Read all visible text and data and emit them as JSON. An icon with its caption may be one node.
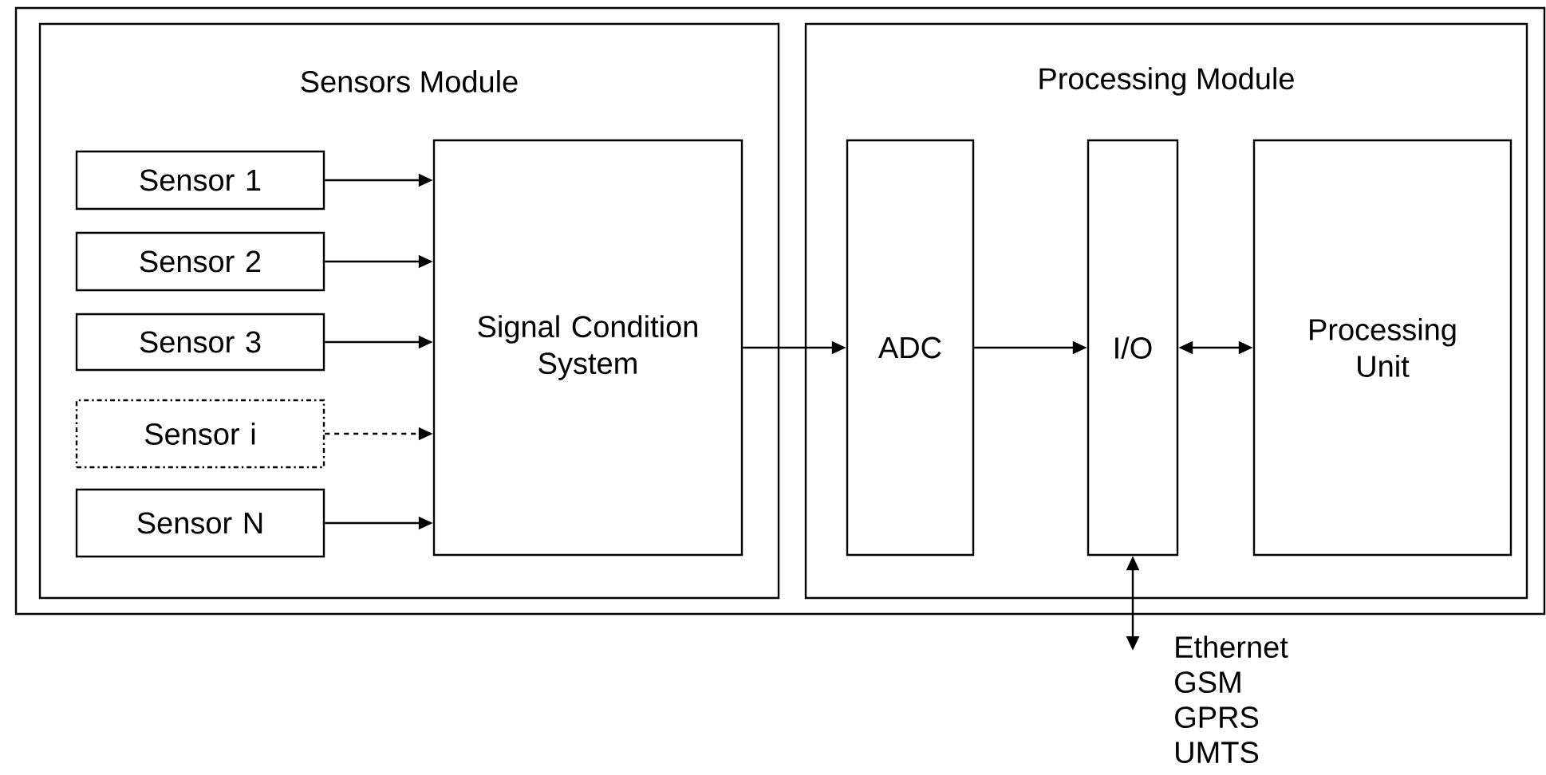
{
  "diagram": {
    "nodes": [
      {
        "text": [],
        "shape": "box"
      },
      {
        "text": [
          "Sensors Module"
        ],
        "in": 0
      },
      {
        "text": [
          "Sensor 1"
        ],
        "in": 1
      },
      {
        "text": [
          "Sensor 2"
        ],
        "in": 1
      },
      {
        "text": [
          "Sensor 3"
        ],
        "in": 1
      },
      {
        "text": [
          "Sensor i"
        ],
        "in": 1
      },
      {
        "text": [
          "Sensor N"
        ],
        "in": 1
      },
      {
        "text": [
          "Signal Condition System"
        ],
        "in": 1
      },
      {
        "text": [
          "Processing Module"
        ],
        "in": 0
      },
      {
        "text": [
          "ADC"
        ],
        "in": 8
      },
      {
        "text": [
          "I/O"
        ],
        "in": 8
      },
      {
        "text": [
          "Processing Unit"
        ],
        "in": 8
      },
      {
        "text": [
          "Ethernet GSM GPRS UMTS"
        ]
      }
    ],
    "edges": [
      {
        "from": 2,
        "to": 7,
        "arrow": "to"
      },
      {
        "from": 3,
        "to": 7,
        "arrow": "to"
      },
      {
        "from": 4,
        "to": 7,
        "arrow": "to"
      },
      {
        "from": 5,
        "to": 7,
        "arrow": "to",
        "style": "dashed"
      },
      {
        "from": 6,
        "to": 7,
        "arrow": "to"
      },
      {
        "from": 7,
        "to": 9,
        "arrow": "to"
      },
      {
        "from": 9,
        "to": 10,
        "arrow": "to"
      },
      {
        "from": 10,
        "to": 11,
        "arrow": "both"
      },
      {
        "from": 10,
        "to": 12,
        "arrow": "both"
      }
    ]
  }
}
